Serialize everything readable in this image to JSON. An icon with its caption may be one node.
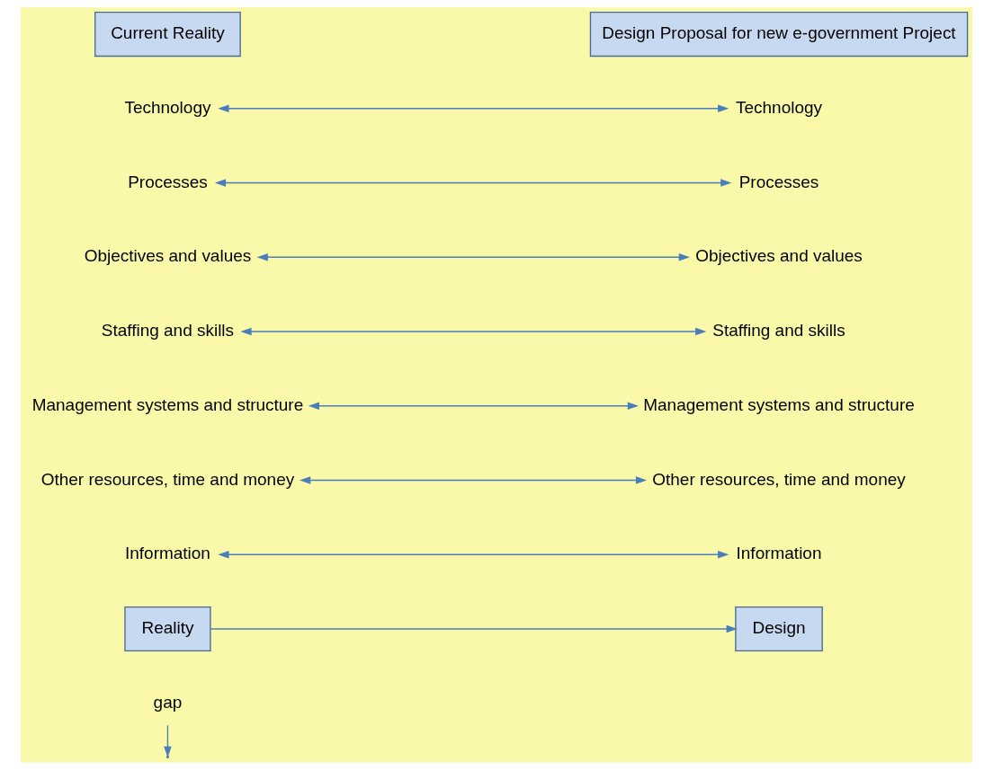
{
  "diagram": {
    "nodes": [
      {
        "text": [
          "Current Reality"
        ]
      },
      {
        "text": [
          "Design Proposal for new e-government Project"
        ]
      },
      {
        "text": [
          "Technology"
        ]
      },
      {
        "text": [
          "Technology"
        ]
      },
      {
        "text": [
          "Processes"
        ]
      },
      {
        "text": [
          "Processes"
        ]
      },
      {
        "text": [
          "Objectives and values"
        ]
      },
      {
        "text": [
          "Objectives and values"
        ]
      },
      {
        "text": [
          "Staffing and skills"
        ]
      },
      {
        "text": [
          "Staffing and skills"
        ]
      },
      {
        "text": [
          "Management systems and structure"
        ]
      },
      {
        "text": [
          "Management systems and structure"
        ]
      },
      {
        "text": [
          "Other resources, time and money"
        ]
      },
      {
        "text": [
          "Other resources, time and money"
        ]
      },
      {
        "text": [
          "Information"
        ]
      },
      {
        "text": [
          "Information"
        ]
      },
      {
        "text": [
          "Reality"
        ]
      },
      {
        "text": [
          "Design"
        ]
      },
      {
        "text": [
          "gap"
        ]
      }
    ],
    "edges": [
      {
        "from": 2,
        "to": 3,
        "arrow": "both"
      },
      {
        "from": 4,
        "to": 5,
        "arrow": "both"
      },
      {
        "from": 6,
        "to": 7,
        "arrow": "both"
      },
      {
        "from": 8,
        "to": 9,
        "arrow": "both"
      },
      {
        "from": 10,
        "to": 11,
        "arrow": "both"
      },
      {
        "from": 12,
        "to": 13,
        "arrow": "both"
      },
      {
        "from": 14,
        "to": 15,
        "arrow": "both"
      },
      {
        "from": 16,
        "to": 17,
        "arrow": "to"
      },
      {
        "from": 18,
        "to": null,
        "arrow": "to"
      }
    ]
  }
}
